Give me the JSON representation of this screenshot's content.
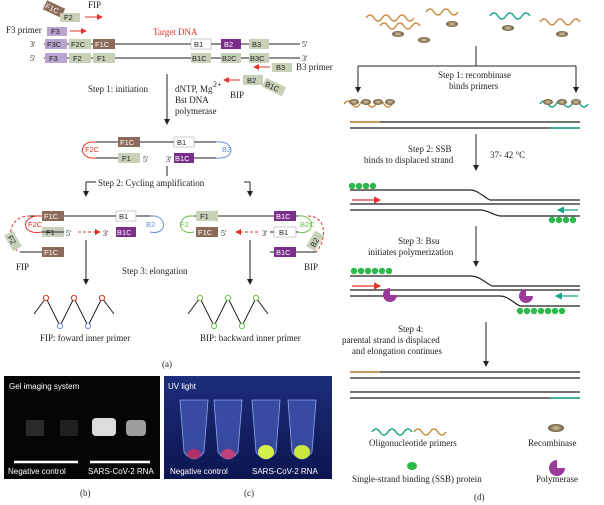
{
  "panel_a": {
    "fip_tag": "F1C",
    "fip_f2": "F2",
    "fip_label": "FIP",
    "f3_primer": "F3 primer",
    "f3": "F3",
    "target_dna": "Target DNA",
    "strand_top": [
      "3'",
      "F3C",
      "F2C",
      "F1C",
      "B1",
      "B2",
      "B3",
      "5'"
    ],
    "strand_bottom": [
      "5'",
      "F3",
      "F2",
      "F1",
      "B1C",
      "B2C",
      "B3C",
      "3'"
    ],
    "b3_primer": "B3 primer",
    "b2": "B2",
    "b3": "B3",
    "b1c": "B1C",
    "bip_label": "BIP",
    "enzyme_line1": "dNTP, Mg",
    "enzyme_sup": "2+",
    "enzyme_line2": "Bst DNA",
    "enzyme_line3": "polymerase",
    "step1": "Step 1: initiation",
    "step2": "Step 2: Cycling amplification",
    "step3": "Step 3: elongation",
    "dumbbell": {
      "f1c": "F1C",
      "b1": "B1",
      "f2c": "F2C",
      "b2": "B2",
      "f1": "F1",
      "b1c": "B1C",
      "p5": "5'",
      "p3": "3'"
    },
    "left_loop": {
      "f1c": "F1C",
      "b1": "B1",
      "f2c": "F2C",
      "f1": "F1",
      "p5": "5'",
      "p3": "3'",
      "b1c": "B1C",
      "b2": "B2",
      "f2": "F2",
      "f1c2": "F1C",
      "fip": "FIP"
    },
    "right_loop": {
      "f1": "F1",
      "b1c": "B1C",
      "f2": "F2",
      "b2c": "B2C",
      "f1c": "F1C",
      "p5": "5'",
      "p3": "3'",
      "b1": "B1",
      "b1c2": "B1C",
      "b2": "B2",
      "bip": "BIP"
    },
    "fip_def": "FIP: foward inner primer",
    "bip_def": "BIP: backward inner primer",
    "caption": "(a)"
  },
  "panel_b": {
    "title": "Gel imaging system",
    "neg": "Negative control",
    "pos": "SARS-CoV-2 RNA",
    "caption": "(b)"
  },
  "panel_c": {
    "title": "UV light",
    "neg": "Negative control",
    "pos": "SARS-CoV-2 RNA",
    "caption": "(c)"
  },
  "panel_d": {
    "step1": [
      "Step 1: recombinase",
      "binds primers"
    ],
    "step2": [
      "Step 2: SSB",
      "binds to displaced strand"
    ],
    "temp": "37- 42 °C",
    "step3": [
      "Step 3: Bsu",
      "initiates polymerization"
    ],
    "step4": [
      "Step 4:",
      "parental strand is displaced",
      "and elongation continues"
    ],
    "legend_primers": "Oligonucleotide primers",
    "legend_recombinase": "Recombinase",
    "legend_ssb": "Single-strand binding (SSB) protein",
    "legend_polymerase": "Polymerase",
    "caption": "(d)"
  },
  "colors": {
    "purple": "#7b2d8b",
    "brown": "#8c6a5a",
    "gray_green": "#c6d1b8",
    "lavender": "#b9a3cf",
    "red": "#e0332a",
    "teal": "#1aa38a",
    "ssb_green": "#2db84a",
    "orange": "#c98a3a"
  }
}
